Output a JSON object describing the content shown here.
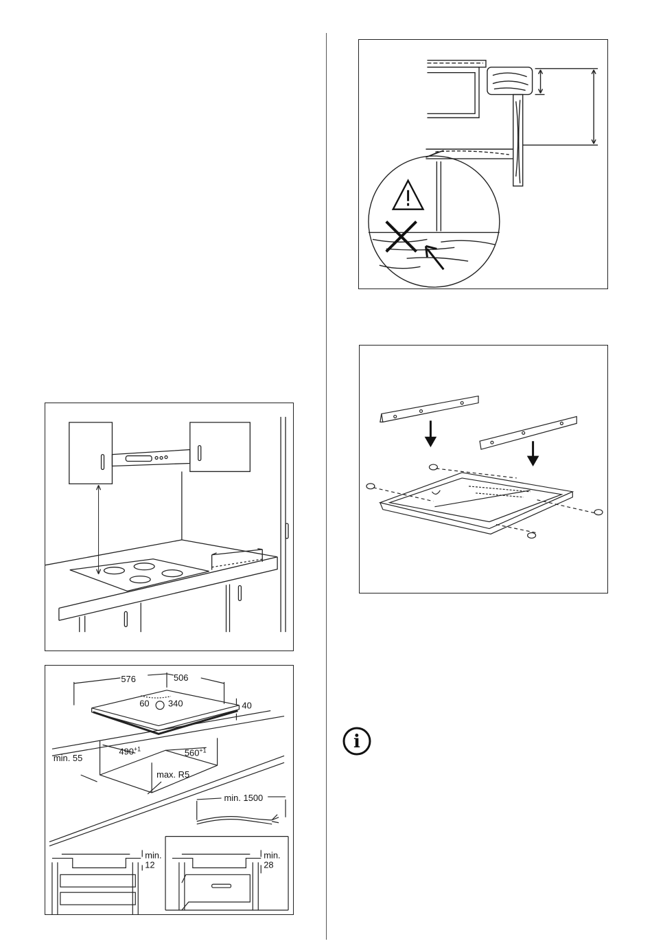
{
  "figure_cabinet": {},
  "figure_dimensions": {
    "width_label": "576",
    "depth_label": "506",
    "height_label": "40",
    "angle_left": "60",
    "angle_right": "340",
    "min_side_label": "min. 55",
    "cutout_width_label": "490",
    "cutout_width_tol": "+1",
    "cutout_depth_label": "560",
    "cutout_depth_tol": "+1",
    "radius_label": "max. R5",
    "cable_label": "min. 1500",
    "clearance_1_min": "min.",
    "clearance_1_val": "12",
    "clearance_2_min": "min.",
    "clearance_2_val": "28"
  },
  "figure_warning": {
    "warning_symbol": "warning-triangle-icon",
    "cross_symbol": "cross-icon"
  },
  "figure_brackets": {},
  "info_symbol": {
    "icon": "info-icon",
    "glyph": "i"
  }
}
